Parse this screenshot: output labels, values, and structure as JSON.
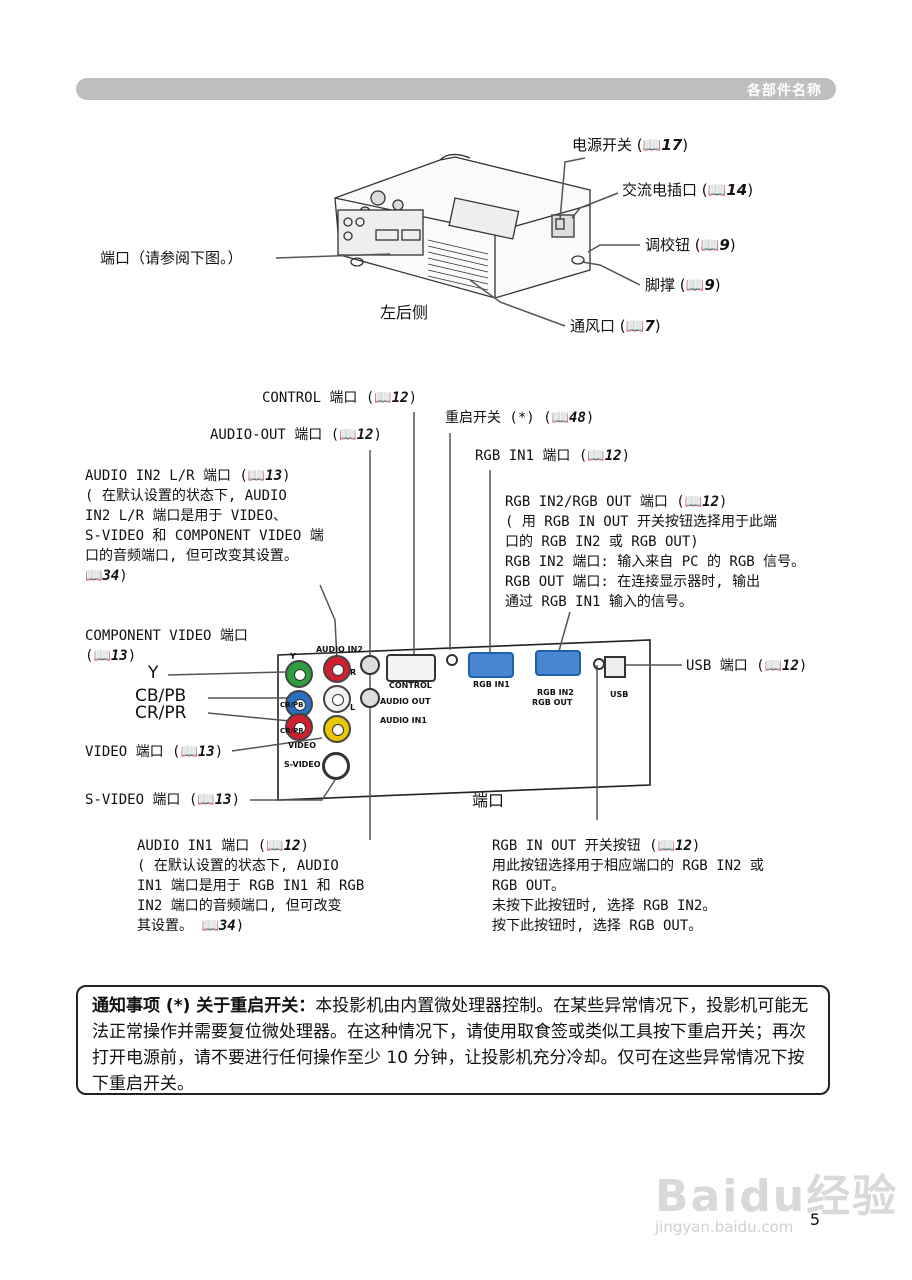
{
  "header": {
    "title": "各部件名称"
  },
  "top_diagram": {
    "caption": "左后侧",
    "labels": {
      "power_switch": "电源开关 (",
      "power_switch_ref": "17",
      "ac_inlet": "交流电插口 (",
      "ac_inlet_ref": "14",
      "adjust_button": "调校钮 (",
      "adjust_button_ref": "9",
      "foot": "脚撑 (",
      "foot_ref": "9",
      "vent": "通风口 (",
      "vent_ref": "7",
      "ports": "端口（请参阅下图。）"
    }
  },
  "bottom_diagram": {
    "caption": "端口",
    "labels": {
      "control": "CONTROL 端口 (",
      "control_ref": "12",
      "audio_out": "AUDIO-OUT 端口 (",
      "audio_out_ref": "12",
      "reset": "重启开关 (*) (",
      "reset_ref": "48",
      "rgb_in1": "RGB IN1 端口 (",
      "rgb_in1_ref": "12",
      "audio_in2_line1": "AUDIO IN2 L/R 端口 (",
      "audio_in2_ref": "13",
      "audio_in2_line2": "( 在默认设置的状态下, AUDIO",
      "audio_in2_line3": "IN2 L/R 端口是用于 VIDEO、",
      "audio_in2_line4": "S-VIDEO 和 COMPONENT VIDEO 端",
      "audio_in2_line5": "口的音频端口, 但可改变其设置。",
      "audio_in2_ref2": "34",
      "rgb_in2_line1": "RGB IN2/RGB OUT 端口 (",
      "rgb_in2_ref": "12",
      "rgb_in2_line2": "( 用 RGB IN OUT 开关按钮选择用于此端",
      "rgb_in2_line3": "口的 RGB IN2 或 RGB OUT)",
      "rgb_in2_line4": "RGB IN2 端口: 输入来自 PC 的 RGB 信号。",
      "rgb_in2_line5": "RGB OUT 端口: 在连接显示器时, 输出",
      "rgb_in2_line6": "通过 RGB IN1 输入的信号。",
      "component_line1": "COMPONENT VIDEO 端口",
      "component_ref": "13",
      "y": "Y",
      "cb": "CB/PB",
      "cr": "CR/PR",
      "video": "VIDEO 端口 (",
      "video_ref": "13",
      "svideo": "S-VIDEO 端口 (",
      "svideo_ref": "13",
      "usb": "USB 端口 (",
      "usb_ref": "12",
      "audio_in1_line1": "AUDIO IN1 端口 (",
      "audio_in1_ref": "12",
      "audio_in1_line2": "( 在默认设置的状态下, AUDIO",
      "audio_in1_line3": "IN1 端口是用于 RGB IN1 和 RGB",
      "audio_in1_line4": "IN2 端口的音频端口, 但可改变",
      "audio_in1_line5": "其设置。",
      "audio_in1_ref2": "34",
      "rgb_switch_line1": "RGB IN OUT 开关按钮 (",
      "rgb_switch_ref": "12",
      "rgb_switch_line2": "用此按钮选择用于相应端口的 RGB IN2 或",
      "rgb_switch_line3": "RGB OUT。",
      "rgb_switch_line4": "未按下此按钮时, 选择 RGB IN2。",
      "rgb_switch_line5": "按下此按钮时, 选择 RGB OUT。"
    },
    "panel_labels": {
      "audio_in2": "AUDIO IN2",
      "control": "CONTROL",
      "rgb_in1": "RGB IN1",
      "rgb_in2": "RGB IN2",
      "rgb_out": "RGB OUT",
      "usb": "USB",
      "audio_out": "AUDIO OUT",
      "audio_in1": "AUDIO IN1",
      "video": "VIDEO",
      "s_video": "S-VIDEO",
      "y": "Y",
      "cb": "CB/PB",
      "cr": "CR/PR",
      "l": "L",
      "r": "R"
    }
  },
  "notice": {
    "title": "通知事项 (*) 关于重启开关：",
    "body": "本投影机由内置微处理器控制。在某些异常情况下，投影机可能无法正常操作并需要复位微处理器。在这种情况下，请使用取食签或类似工具按下重启开关；再次打开电源前，请不要进行任何操作至少 10 分钟，让投影机充分冷却。仅可在这些异常情况下按下重启开关。"
  },
  "page_number": "5",
  "watermark": {
    "brand": "Baidu经验",
    "url": "jingyan.baidu.com"
  },
  "icons": {
    "reference": "book-icon"
  },
  "colors": {
    "green": "#2e9e3e",
    "blue": "#2a6fc0",
    "red": "#d02030",
    "yellow": "#e8c800",
    "vga": "#1f5fb0"
  }
}
